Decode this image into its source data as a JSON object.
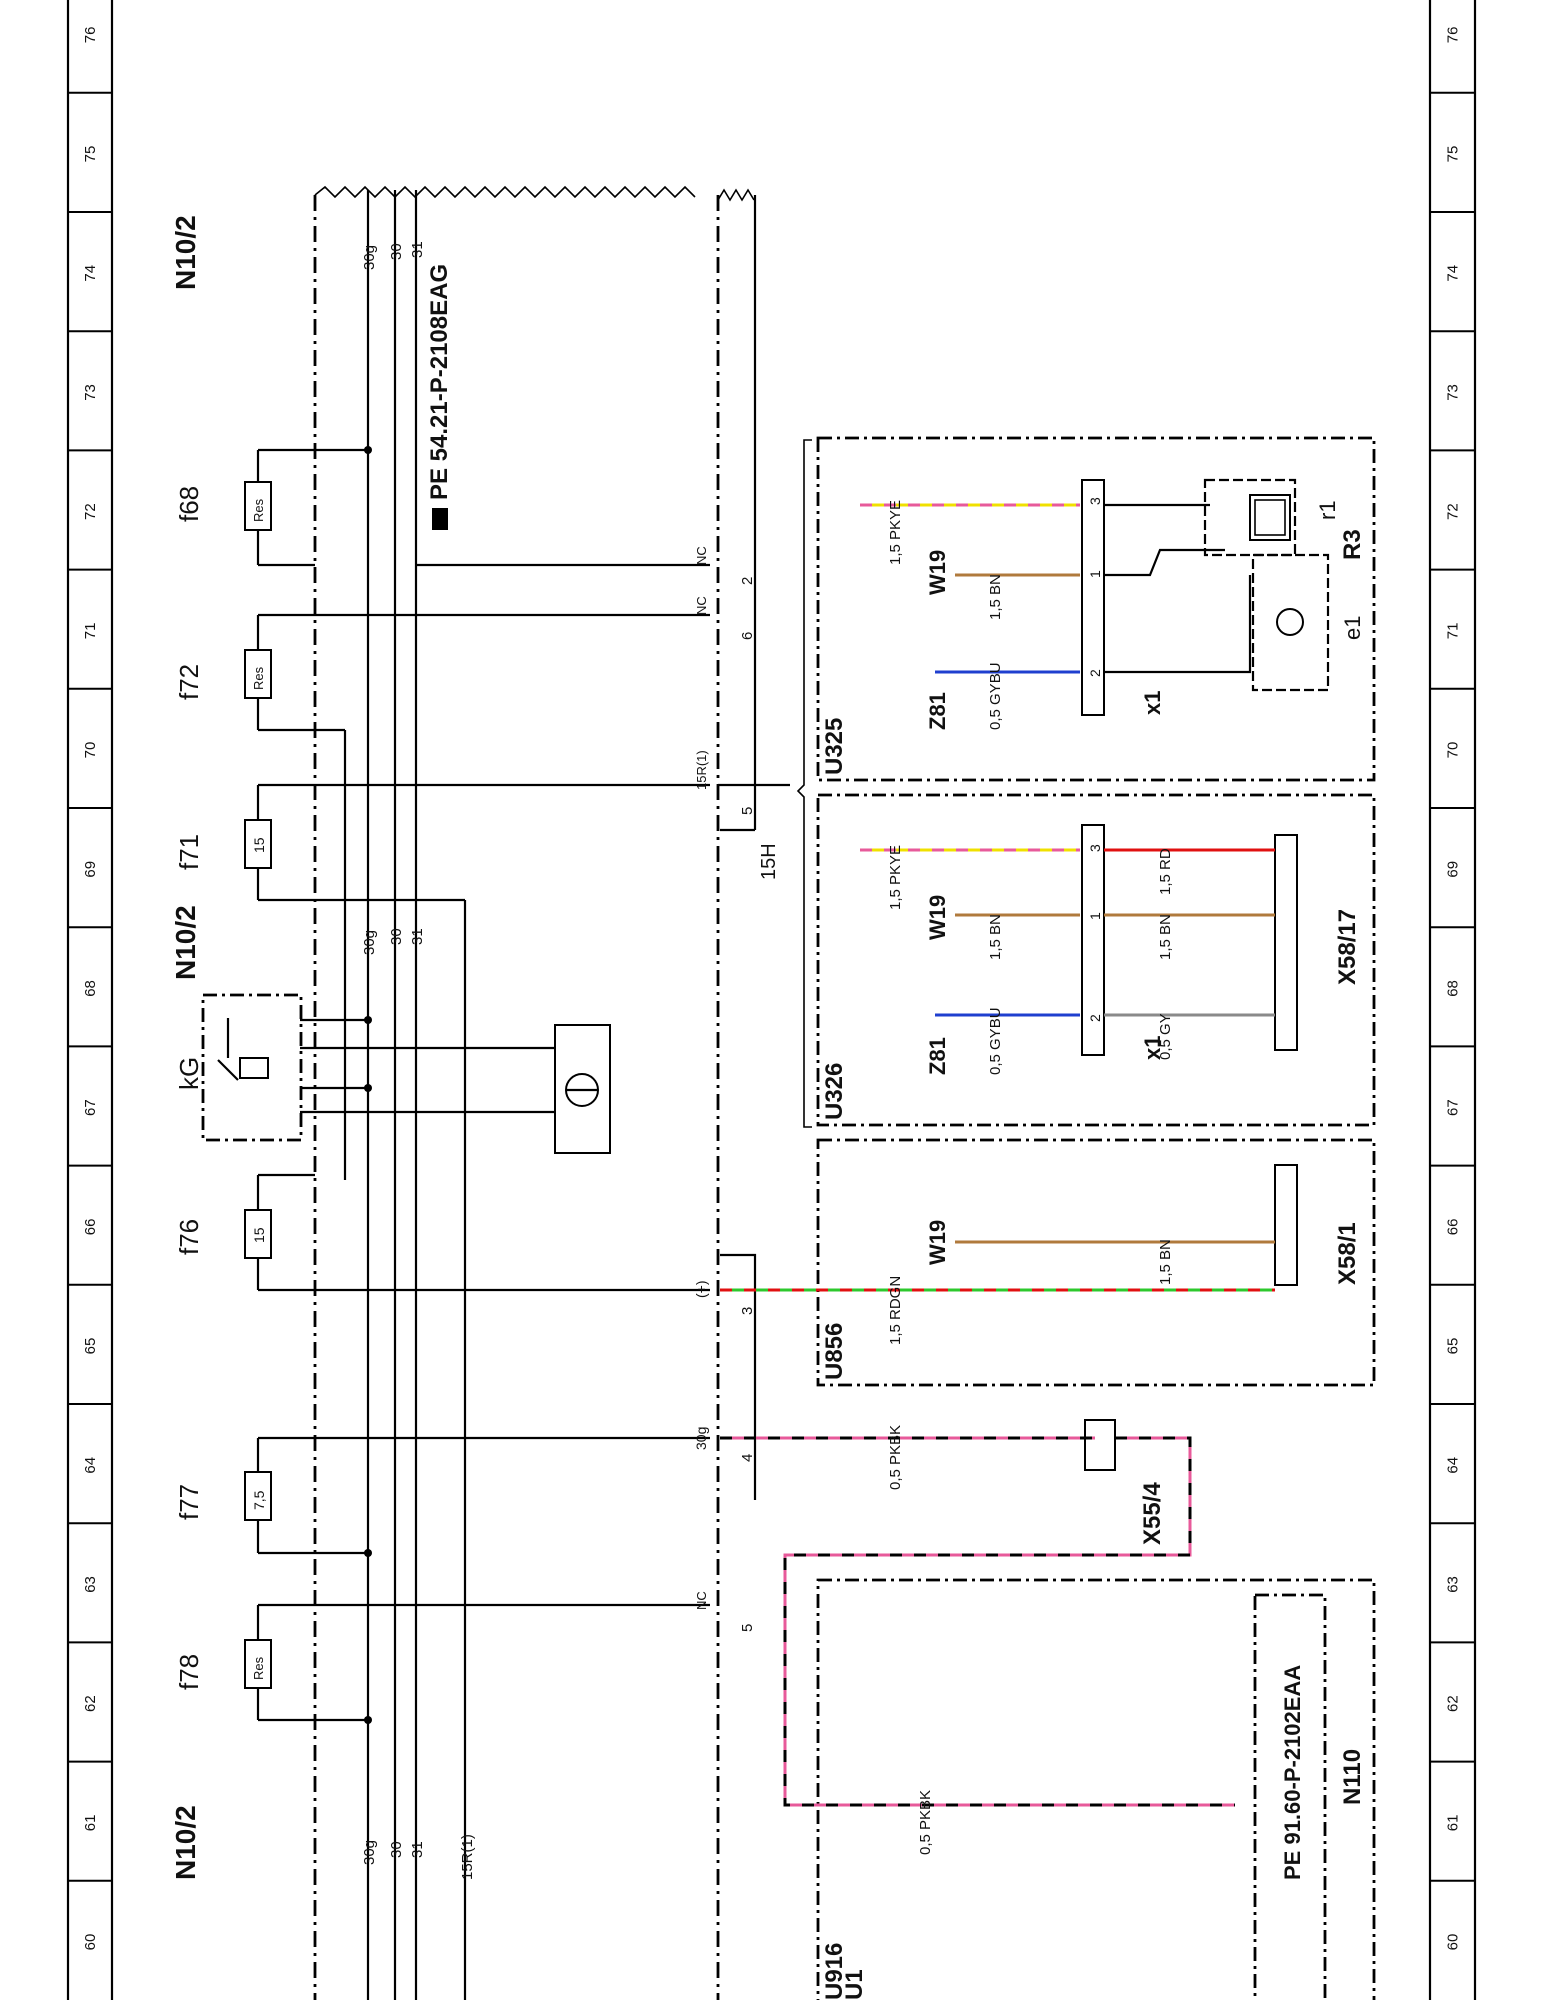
{
  "grid_left": [
    "60",
    "61",
    "62",
    "63",
    "64",
    "65",
    "66",
    "67",
    "68",
    "69",
    "70",
    "71",
    "72",
    "73",
    "74",
    "75",
    "76"
  ],
  "grid_right": [
    "60",
    "61",
    "62",
    "63",
    "64",
    "65",
    "66",
    "67",
    "68",
    "69",
    "70",
    "71",
    "72",
    "73",
    "74",
    "75",
    "76"
  ],
  "module_labels": {
    "top": "N10/2",
    "middle": "N10/2",
    "bottom": "N10/2"
  },
  "pe_reference_top": "PE 54.21-P-2108EAG",
  "pe_reference_bottom": "PE 91.60-P-2102EAA",
  "fuses": [
    {
      "name": "f68",
      "rating": "Res"
    },
    {
      "name": "f72",
      "rating": "Res"
    },
    {
      "name": "f71",
      "rating": "15"
    },
    {
      "name": "f76",
      "rating": "15"
    },
    {
      "name": "f77",
      "rating": "7,5"
    },
    {
      "name": "f78",
      "rating": "Res"
    }
  ],
  "relay": "kG",
  "bus_labels": {
    "a": "30g",
    "b": "30",
    "c": "31",
    "d": "15R(1)"
  },
  "pins": {
    "nc2": "NC",
    "nc2_num": "2",
    "nc6": "NC",
    "nc6_num": "6",
    "r15": "15R(1)",
    "r15_num": "5",
    "plus": "(+)",
    "plus_num": "3",
    "g30": "30g",
    "g30_num": "4",
    "nc5": "NC",
    "nc5_num": "5",
    "h15": "15H"
  },
  "zones": {
    "u325": "U325",
    "u326": "U326",
    "u856": "U856",
    "u916": "U916",
    "u1": "U1"
  },
  "connectors": {
    "x1": "x1",
    "x58_17": "X58/17",
    "x58_1": "X58/1",
    "x55_4": "X55/4",
    "n110": "N110"
  },
  "components": {
    "r3": "R3",
    "e1": "e1",
    "r1": "r1"
  },
  "grounds": {
    "w19": "W19",
    "z81": "Z81"
  },
  "wires": {
    "pkye": "1,5 PKYE",
    "bn": "1,5 BN",
    "gybu": "0,5 GYBU",
    "rd": "1,5 RD",
    "gy": "0,5 GY",
    "rdgn": "1,5 RDGN",
    "pkbk": "0,5 PKBK"
  },
  "pin_numbers": {
    "p1": "1",
    "p2": "2",
    "p3": "3"
  },
  "colors": {
    "pink": "#e75a9a",
    "yellow": "#f0e000",
    "brown": "#b07a3c",
    "blue": "#1f3fcf",
    "red": "#e01010",
    "gray": "#8a8a8a",
    "green": "#2dc82d",
    "black": "#000000"
  }
}
